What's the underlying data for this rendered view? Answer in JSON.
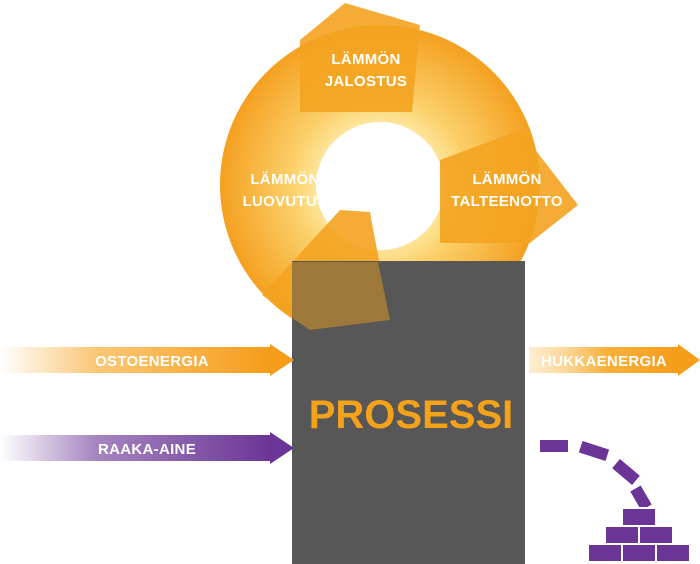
{
  "cycle": {
    "jalostus": [
      "LÄMMÖN",
      "JALOSTUS"
    ],
    "luovutus": [
      "LÄMMÖN",
      "LUOVUTUS"
    ],
    "talteenotto": [
      "LÄMMÖN",
      "TALTEENOTTO"
    ]
  },
  "process": {
    "label": "PROSESSI"
  },
  "inputs": {
    "energy": "OSTOENERGIA",
    "material": "RAAKA-AINE"
  },
  "outputs": {
    "waste_heat": "HUKKAENERGIA"
  },
  "colors": {
    "orange": "#f5a21b",
    "orange_light": "#fcd77a",
    "purple": "#6a3596",
    "process_box": "#575757",
    "process_text": "#f5a21b"
  }
}
